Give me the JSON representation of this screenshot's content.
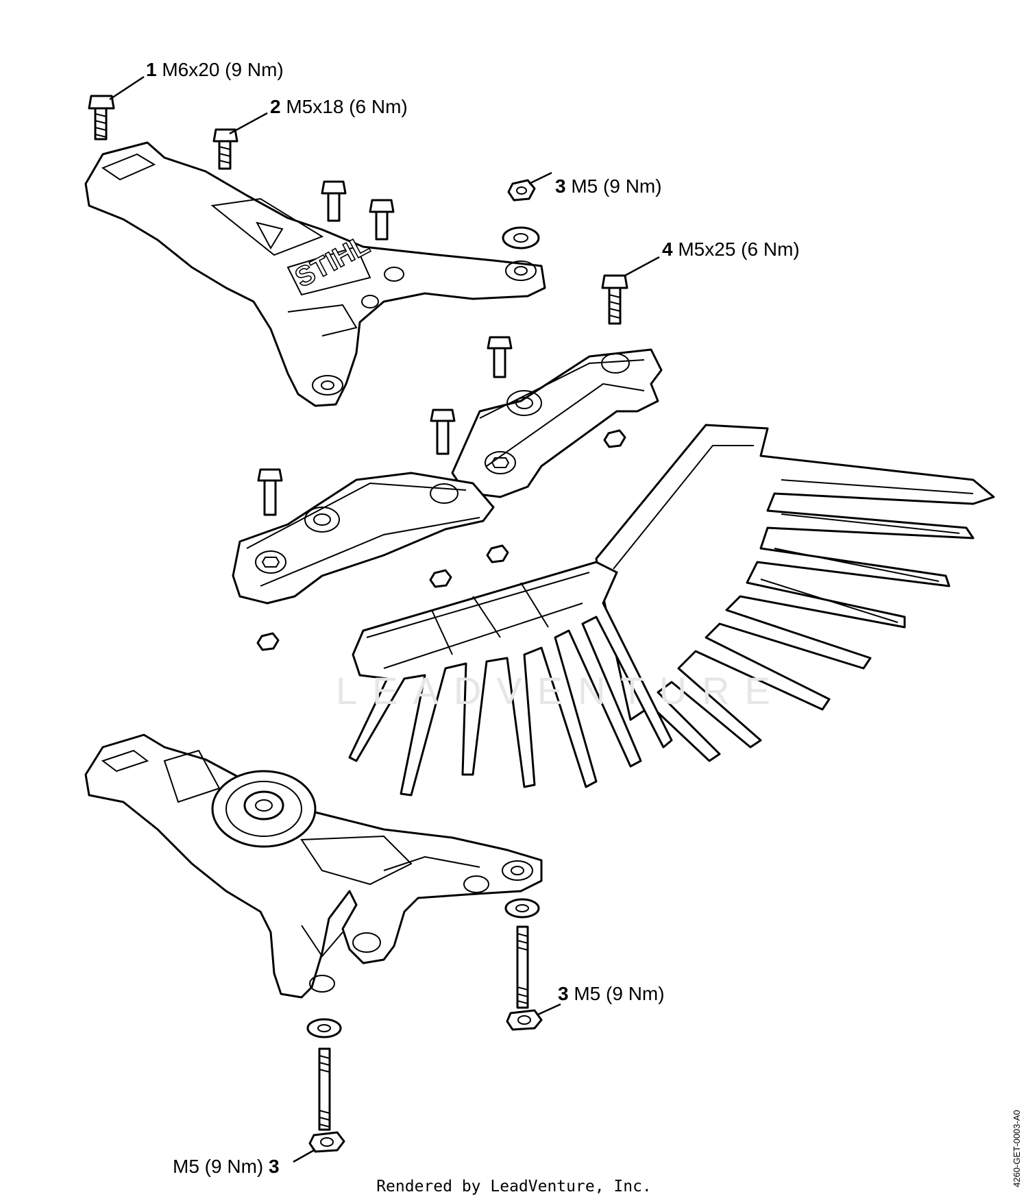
{
  "callouts": [
    {
      "num": "1",
      "text": "M6x20 (9 Nm)"
    },
    {
      "num": "2",
      "text": "M5x18 (6 Nm)"
    },
    {
      "num": "3",
      "text": "M5 (9 Nm)"
    },
    {
      "num": "4",
      "text": "M5x25 (6 Nm)"
    },
    {
      "num": "3",
      "text": "M5 (9 Nm)"
    },
    {
      "num": "3",
      "text": "M5 (9 Nm)"
    }
  ],
  "brand_mark": "STIHL",
  "watermark": "LEADVENTURE",
  "footer": "Rendered by LeadVenture, Inc.",
  "doc_id": "4260-GET-0003-A0"
}
